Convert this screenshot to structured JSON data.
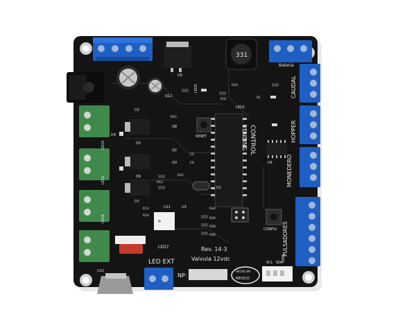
{
  "board": {
    "colors": {
      "background": "#ffffff",
      "pcb": "#141414",
      "silkscreen": "#e8e8e8",
      "terminal_blue": "#1f5fc4",
      "terminal_green": "#3f8a4a",
      "chip": "#1e1e1e",
      "pad": "#b9b9b9",
      "white_connector": "#f2f2f2",
      "capacitor_red": "#c43a2a"
    },
    "labels": {
      "control": "CONTROL",
      "vending": "VENDING",
      "caudal": "CAUDAL",
      "hopper": "HOPPER",
      "monedero": "MONEDERO",
      "pulsadores": "PULSADORES",
      "rev": "Rev. 14-3",
      "valvula": "Valvula 12vdc",
      "led_ext": "LED EXT",
      "led7": "LED7",
      "np": "NP:",
      "mexico": "MEXICO",
      "hecho_en": "HECHO EN",
      "reset": "RESET",
      "config": "CONFIG",
      "inductor": "331",
      "u11": "U11",
      "u12": "U12",
      "u9": "U9",
      "u1": "U1",
      "u3": "U3",
      "u5": "U5",
      "q12": "Q12",
      "q8": "Q8",
      "q2": "Q2",
      "q3": "Q3",
      "d2": "D2",
      "d4": "D4",
      "d5": "D5",
      "d6": "D6",
      "d7": "D7",
      "led1": "LED1",
      "led2": "LED2",
      "led3": "LED3",
      "led4": "LED4",
      "led5": "LED5",
      "bateria": "Bateria",
      "gnd": "GND",
      "scl": "SCL",
      "sda": "SDA",
      "r33": "R33",
      "r31": "R31",
      "r13": "R13",
      "r12": "R12",
      "r14": "R14",
      "r15": "R15",
      "r29": "R29",
      "r28": "R28",
      "r26": "R26",
      "r24": "R24",
      "r21": "R21",
      "r1": "R1",
      "c5": "C5",
      "c6": "C6"
    }
  }
}
